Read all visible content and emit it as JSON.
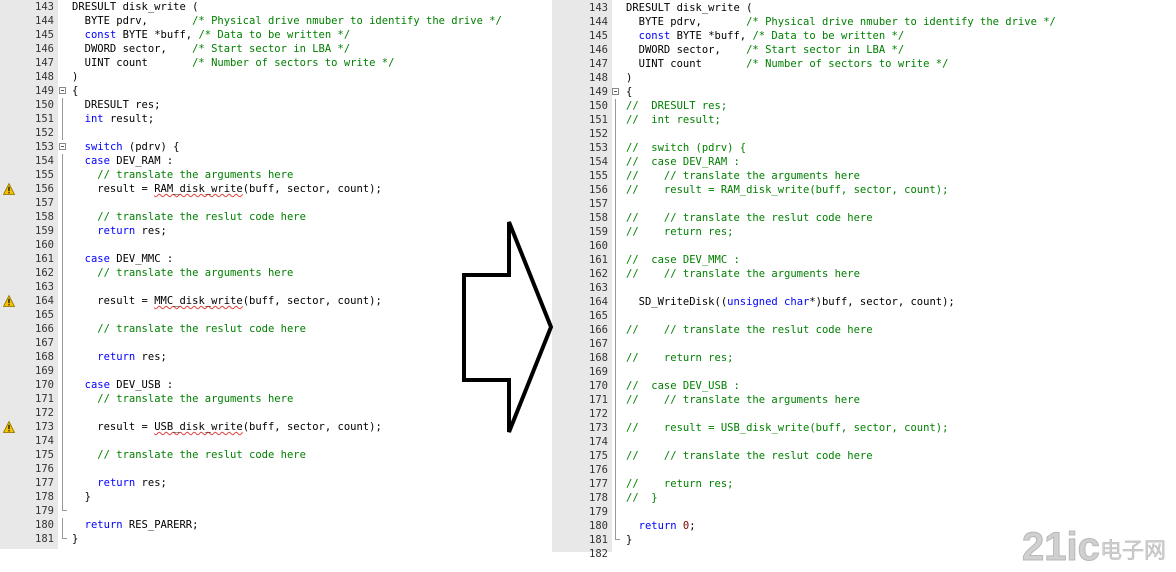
{
  "left_editor": {
    "lines": [
      {
        "n": "143",
        "fold": "none",
        "warn": false,
        "parts": [
          [
            "t",
            "DRESULT disk_write ("
          ]
        ]
      },
      {
        "n": "144",
        "fold": "none",
        "warn": false,
        "parts": [
          [
            "t",
            "  BYTE pdrv,       "
          ],
          [
            "c",
            "/* Physical drive nmuber to identify the drive */"
          ]
        ]
      },
      {
        "n": "145",
        "fold": "none",
        "warn": false,
        "parts": [
          [
            "t",
            "  "
          ],
          [
            "k",
            "const"
          ],
          [
            "t",
            " BYTE *buff, "
          ],
          [
            "c",
            "/* Data to be written */"
          ]
        ]
      },
      {
        "n": "146",
        "fold": "none",
        "warn": false,
        "parts": [
          [
            "t",
            "  DWORD sector,    "
          ],
          [
            "c",
            "/* Start sector in LBA */"
          ]
        ]
      },
      {
        "n": "147",
        "fold": "none",
        "warn": false,
        "parts": [
          [
            "t",
            "  UINT count       "
          ],
          [
            "c",
            "/* Number of sectors to write */"
          ]
        ]
      },
      {
        "n": "148",
        "fold": "none",
        "warn": false,
        "parts": [
          [
            "t",
            ")"
          ]
        ]
      },
      {
        "n": "149",
        "fold": "open",
        "warn": false,
        "parts": [
          [
            "t",
            "{"
          ]
        ]
      },
      {
        "n": "150",
        "fold": "line",
        "warn": false,
        "parts": [
          [
            "t",
            "  DRESULT res;"
          ]
        ]
      },
      {
        "n": "151",
        "fold": "line",
        "warn": false,
        "parts": [
          [
            "t",
            "  "
          ],
          [
            "k",
            "int"
          ],
          [
            "t",
            " result;"
          ]
        ]
      },
      {
        "n": "152",
        "fold": "line",
        "warn": false,
        "parts": [
          [
            "t",
            ""
          ]
        ]
      },
      {
        "n": "153",
        "fold": "open",
        "warn": false,
        "parts": [
          [
            "t",
            "  "
          ],
          [
            "k",
            "switch"
          ],
          [
            "t",
            " (pdrv) {"
          ]
        ]
      },
      {
        "n": "154",
        "fold": "line",
        "warn": false,
        "parts": [
          [
            "t",
            "  "
          ],
          [
            "k",
            "case"
          ],
          [
            "t",
            " DEV_RAM :"
          ]
        ]
      },
      {
        "n": "155",
        "fold": "line",
        "warn": false,
        "parts": [
          [
            "t",
            "    "
          ],
          [
            "c",
            "// translate the arguments here"
          ]
        ]
      },
      {
        "n": "156",
        "fold": "line",
        "warn": true,
        "parts": [
          [
            "t",
            "    result = "
          ],
          [
            "s",
            "RAM_disk_write"
          ],
          [
            "t",
            "(buff, sector, count);"
          ]
        ]
      },
      {
        "n": "157",
        "fold": "line",
        "warn": false,
        "parts": [
          [
            "t",
            ""
          ]
        ]
      },
      {
        "n": "158",
        "fold": "line",
        "warn": false,
        "parts": [
          [
            "t",
            "    "
          ],
          [
            "c",
            "// translate the reslut code here"
          ]
        ]
      },
      {
        "n": "159",
        "fold": "line",
        "warn": false,
        "parts": [
          [
            "t",
            "    "
          ],
          [
            "k",
            "return"
          ],
          [
            "t",
            " res;"
          ]
        ]
      },
      {
        "n": "160",
        "fold": "line",
        "warn": false,
        "parts": [
          [
            "t",
            ""
          ]
        ]
      },
      {
        "n": "161",
        "fold": "line",
        "warn": false,
        "parts": [
          [
            "t",
            "  "
          ],
          [
            "k",
            "case"
          ],
          [
            "t",
            " DEV_MMC :"
          ]
        ]
      },
      {
        "n": "162",
        "fold": "line",
        "warn": false,
        "parts": [
          [
            "t",
            "    "
          ],
          [
            "c",
            "// translate the arguments here"
          ]
        ]
      },
      {
        "n": "163",
        "fold": "line",
        "warn": false,
        "parts": [
          [
            "t",
            ""
          ]
        ]
      },
      {
        "n": "164",
        "fold": "line",
        "warn": true,
        "parts": [
          [
            "t",
            "    result = "
          ],
          [
            "s",
            "MMC_disk_write"
          ],
          [
            "t",
            "(buff, sector, count);"
          ]
        ]
      },
      {
        "n": "165",
        "fold": "line",
        "warn": false,
        "parts": [
          [
            "t",
            ""
          ]
        ]
      },
      {
        "n": "166",
        "fold": "line",
        "warn": false,
        "parts": [
          [
            "t",
            "    "
          ],
          [
            "c",
            "// translate the reslut code here"
          ]
        ]
      },
      {
        "n": "167",
        "fold": "line",
        "warn": false,
        "parts": [
          [
            "t",
            ""
          ]
        ]
      },
      {
        "n": "168",
        "fold": "line",
        "warn": false,
        "parts": [
          [
            "t",
            "    "
          ],
          [
            "k",
            "return"
          ],
          [
            "t",
            " res;"
          ]
        ]
      },
      {
        "n": "169",
        "fold": "line",
        "warn": false,
        "parts": [
          [
            "t",
            ""
          ]
        ]
      },
      {
        "n": "170",
        "fold": "line",
        "warn": false,
        "parts": [
          [
            "t",
            "  "
          ],
          [
            "k",
            "case"
          ],
          [
            "t",
            " DEV_USB :"
          ]
        ]
      },
      {
        "n": "171",
        "fold": "line",
        "warn": false,
        "parts": [
          [
            "t",
            "    "
          ],
          [
            "c",
            "// translate the arguments here"
          ]
        ]
      },
      {
        "n": "172",
        "fold": "line",
        "warn": false,
        "parts": [
          [
            "t",
            ""
          ]
        ]
      },
      {
        "n": "173",
        "fold": "line",
        "warn": true,
        "parts": [
          [
            "t",
            "    result = "
          ],
          [
            "s",
            "USB_disk_write"
          ],
          [
            "t",
            "(buff, sector, count);"
          ]
        ]
      },
      {
        "n": "174",
        "fold": "line",
        "warn": false,
        "parts": [
          [
            "t",
            ""
          ]
        ]
      },
      {
        "n": "175",
        "fold": "line",
        "warn": false,
        "parts": [
          [
            "t",
            "    "
          ],
          [
            "c",
            "// translate the reslut code here"
          ]
        ]
      },
      {
        "n": "176",
        "fold": "line",
        "warn": false,
        "parts": [
          [
            "t",
            ""
          ]
        ]
      },
      {
        "n": "177",
        "fold": "line",
        "warn": false,
        "parts": [
          [
            "t",
            "    "
          ],
          [
            "k",
            "return"
          ],
          [
            "t",
            " res;"
          ]
        ]
      },
      {
        "n": "178",
        "fold": "line",
        "warn": false,
        "parts": [
          [
            "t",
            "  }"
          ]
        ]
      },
      {
        "n": "179",
        "fold": "end",
        "warn": false,
        "parts": [
          [
            "t",
            ""
          ]
        ]
      },
      {
        "n": "180",
        "fold": "line",
        "warn": false,
        "parts": [
          [
            "t",
            "  "
          ],
          [
            "k",
            "return"
          ],
          [
            "t",
            " RES_PARERR;"
          ]
        ]
      },
      {
        "n": "181",
        "fold": "end",
        "warn": false,
        "parts": [
          [
            "t",
            "}"
          ]
        ]
      }
    ]
  },
  "right_editor": {
    "lines": [
      {
        "n": "143",
        "fold": "none",
        "parts": [
          [
            "t",
            "DRESULT disk_write ("
          ]
        ]
      },
      {
        "n": "144",
        "fold": "none",
        "parts": [
          [
            "t",
            "  BYTE pdrv,       "
          ],
          [
            "c",
            "/* Physical drive nmuber to identify the drive */"
          ]
        ]
      },
      {
        "n": "145",
        "fold": "none",
        "parts": [
          [
            "t",
            "  "
          ],
          [
            "k",
            "const"
          ],
          [
            "t",
            " BYTE *buff, "
          ],
          [
            "c",
            "/* Data to be written */"
          ]
        ]
      },
      {
        "n": "146",
        "fold": "none",
        "parts": [
          [
            "t",
            "  DWORD sector,    "
          ],
          [
            "c",
            "/* Start sector in LBA */"
          ]
        ]
      },
      {
        "n": "147",
        "fold": "none",
        "parts": [
          [
            "t",
            "  UINT count       "
          ],
          [
            "c",
            "/* Number of sectors to write */"
          ]
        ]
      },
      {
        "n": "148",
        "fold": "none",
        "parts": [
          [
            "t",
            ")"
          ]
        ]
      },
      {
        "n": "149",
        "fold": "open",
        "parts": [
          [
            "t",
            "{"
          ]
        ]
      },
      {
        "n": "150",
        "fold": "line",
        "parts": [
          [
            "c",
            "//  DRESULT res;"
          ]
        ]
      },
      {
        "n": "151",
        "fold": "line",
        "parts": [
          [
            "c",
            "//  int result;"
          ]
        ]
      },
      {
        "n": "152",
        "fold": "line",
        "parts": [
          [
            "t",
            ""
          ]
        ]
      },
      {
        "n": "153",
        "fold": "line",
        "parts": [
          [
            "c",
            "//  switch (pdrv) {"
          ]
        ]
      },
      {
        "n": "154",
        "fold": "line",
        "parts": [
          [
            "c",
            "//  case DEV_RAM :"
          ]
        ]
      },
      {
        "n": "155",
        "fold": "line",
        "parts": [
          [
            "c",
            "//    // translate the arguments here"
          ]
        ]
      },
      {
        "n": "156",
        "fold": "line",
        "parts": [
          [
            "c",
            "//    result = RAM_disk_write(buff, sector, count);"
          ]
        ]
      },
      {
        "n": "157",
        "fold": "line",
        "parts": [
          [
            "t",
            ""
          ]
        ]
      },
      {
        "n": "158",
        "fold": "line",
        "parts": [
          [
            "c",
            "//    // translate the reslut code here"
          ]
        ]
      },
      {
        "n": "159",
        "fold": "line",
        "parts": [
          [
            "c",
            "//    return res;"
          ]
        ]
      },
      {
        "n": "160",
        "fold": "line",
        "parts": [
          [
            "t",
            ""
          ]
        ]
      },
      {
        "n": "161",
        "fold": "line",
        "parts": [
          [
            "c",
            "//  case DEV_MMC :"
          ]
        ]
      },
      {
        "n": "162",
        "fold": "line",
        "parts": [
          [
            "c",
            "//    // translate the arguments here"
          ]
        ]
      },
      {
        "n": "163",
        "fold": "line",
        "parts": [
          [
            "t",
            ""
          ]
        ]
      },
      {
        "n": "164",
        "fold": "line",
        "parts": [
          [
            "t",
            "  SD_WriteDisk(("
          ],
          [
            "k",
            "unsigned char"
          ],
          [
            "t",
            "*)buff, sector, count);"
          ]
        ]
      },
      {
        "n": "165",
        "fold": "line",
        "parts": [
          [
            "t",
            ""
          ]
        ]
      },
      {
        "n": "166",
        "fold": "line",
        "parts": [
          [
            "c",
            "//    // translate the reslut code here"
          ]
        ]
      },
      {
        "n": "167",
        "fold": "line",
        "parts": [
          [
            "t",
            ""
          ]
        ]
      },
      {
        "n": "168",
        "fold": "line",
        "parts": [
          [
            "c",
            "//    return res;"
          ]
        ]
      },
      {
        "n": "169",
        "fold": "line",
        "parts": [
          [
            "t",
            ""
          ]
        ]
      },
      {
        "n": "170",
        "fold": "line",
        "parts": [
          [
            "c",
            "//  case DEV_USB :"
          ]
        ]
      },
      {
        "n": "171",
        "fold": "line",
        "parts": [
          [
            "c",
            "//    // translate the arguments here"
          ]
        ]
      },
      {
        "n": "172",
        "fold": "line",
        "parts": [
          [
            "t",
            ""
          ]
        ]
      },
      {
        "n": "173",
        "fold": "line",
        "parts": [
          [
            "c",
            "//    result = USB_disk_write(buff, sector, count);"
          ]
        ]
      },
      {
        "n": "174",
        "fold": "line",
        "parts": [
          [
            "t",
            ""
          ]
        ]
      },
      {
        "n": "175",
        "fold": "line",
        "parts": [
          [
            "c",
            "//    // translate the reslut code here"
          ]
        ]
      },
      {
        "n": "176",
        "fold": "line",
        "parts": [
          [
            "t",
            ""
          ]
        ]
      },
      {
        "n": "177",
        "fold": "line",
        "parts": [
          [
            "c",
            "//    return res;"
          ]
        ]
      },
      {
        "n": "178",
        "fold": "line",
        "parts": [
          [
            "c",
            "//  }"
          ]
        ]
      },
      {
        "n": "179",
        "fold": "line",
        "parts": [
          [
            "t",
            ""
          ]
        ]
      },
      {
        "n": "180",
        "fold": "line",
        "parts": [
          [
            "t",
            "  "
          ],
          [
            "k",
            "return"
          ],
          [
            "t",
            " "
          ],
          [
            "n",
            "0"
          ],
          [
            "t",
            ";"
          ]
        ]
      },
      {
        "n": "181",
        "fold": "end",
        "parts": [
          [
            "t",
            "}"
          ]
        ]
      },
      {
        "n": "182",
        "fold": "none",
        "parts": [
          [
            "t",
            ""
          ]
        ]
      }
    ]
  },
  "arrow": {
    "icon": "right-arrow-icon",
    "color": "#000000"
  },
  "watermark": {
    "text_latin": "21ic",
    "text_cn": "电子网",
    "color": "#bfbfbf"
  },
  "colors": {
    "keyword": "#0000ff",
    "comment": "#008000",
    "number": "#800000",
    "gutter": "#e8e8e8",
    "warning": "#f2c200"
  }
}
